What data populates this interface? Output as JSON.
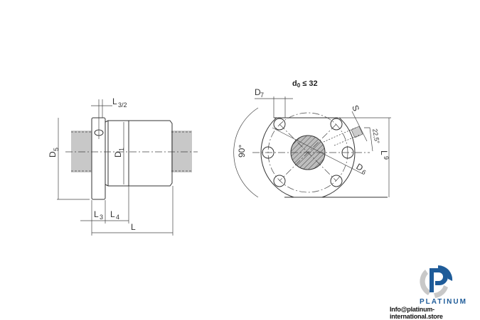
{
  "side_view": {
    "labels": {
      "l32": "L",
      "l32_sub": "3/2",
      "d5": "D",
      "d5_sub": "5",
      "d1": "D",
      "d1_sub": "1",
      "l3": "L",
      "l3_sub": "3",
      "l4": "L",
      "l4_sub": "4",
      "l": "L"
    }
  },
  "front_view": {
    "title": "d",
    "title_sub": "0",
    "title_rest": " ≤ 32",
    "labels": {
      "d7": "D",
      "d7_sub": "7",
      "angle90": "90°",
      "s": "S",
      "angle22": "22,5°",
      "d6": "D",
      "d6_sub": "6",
      "l9": "L",
      "l9_sub": "9"
    }
  },
  "logo": {
    "name": "PLATINUM",
    "email": "Info@platinum-international.store",
    "colors": {
      "blue": "#1f5c99",
      "gray": "#c8c8c8"
    }
  }
}
